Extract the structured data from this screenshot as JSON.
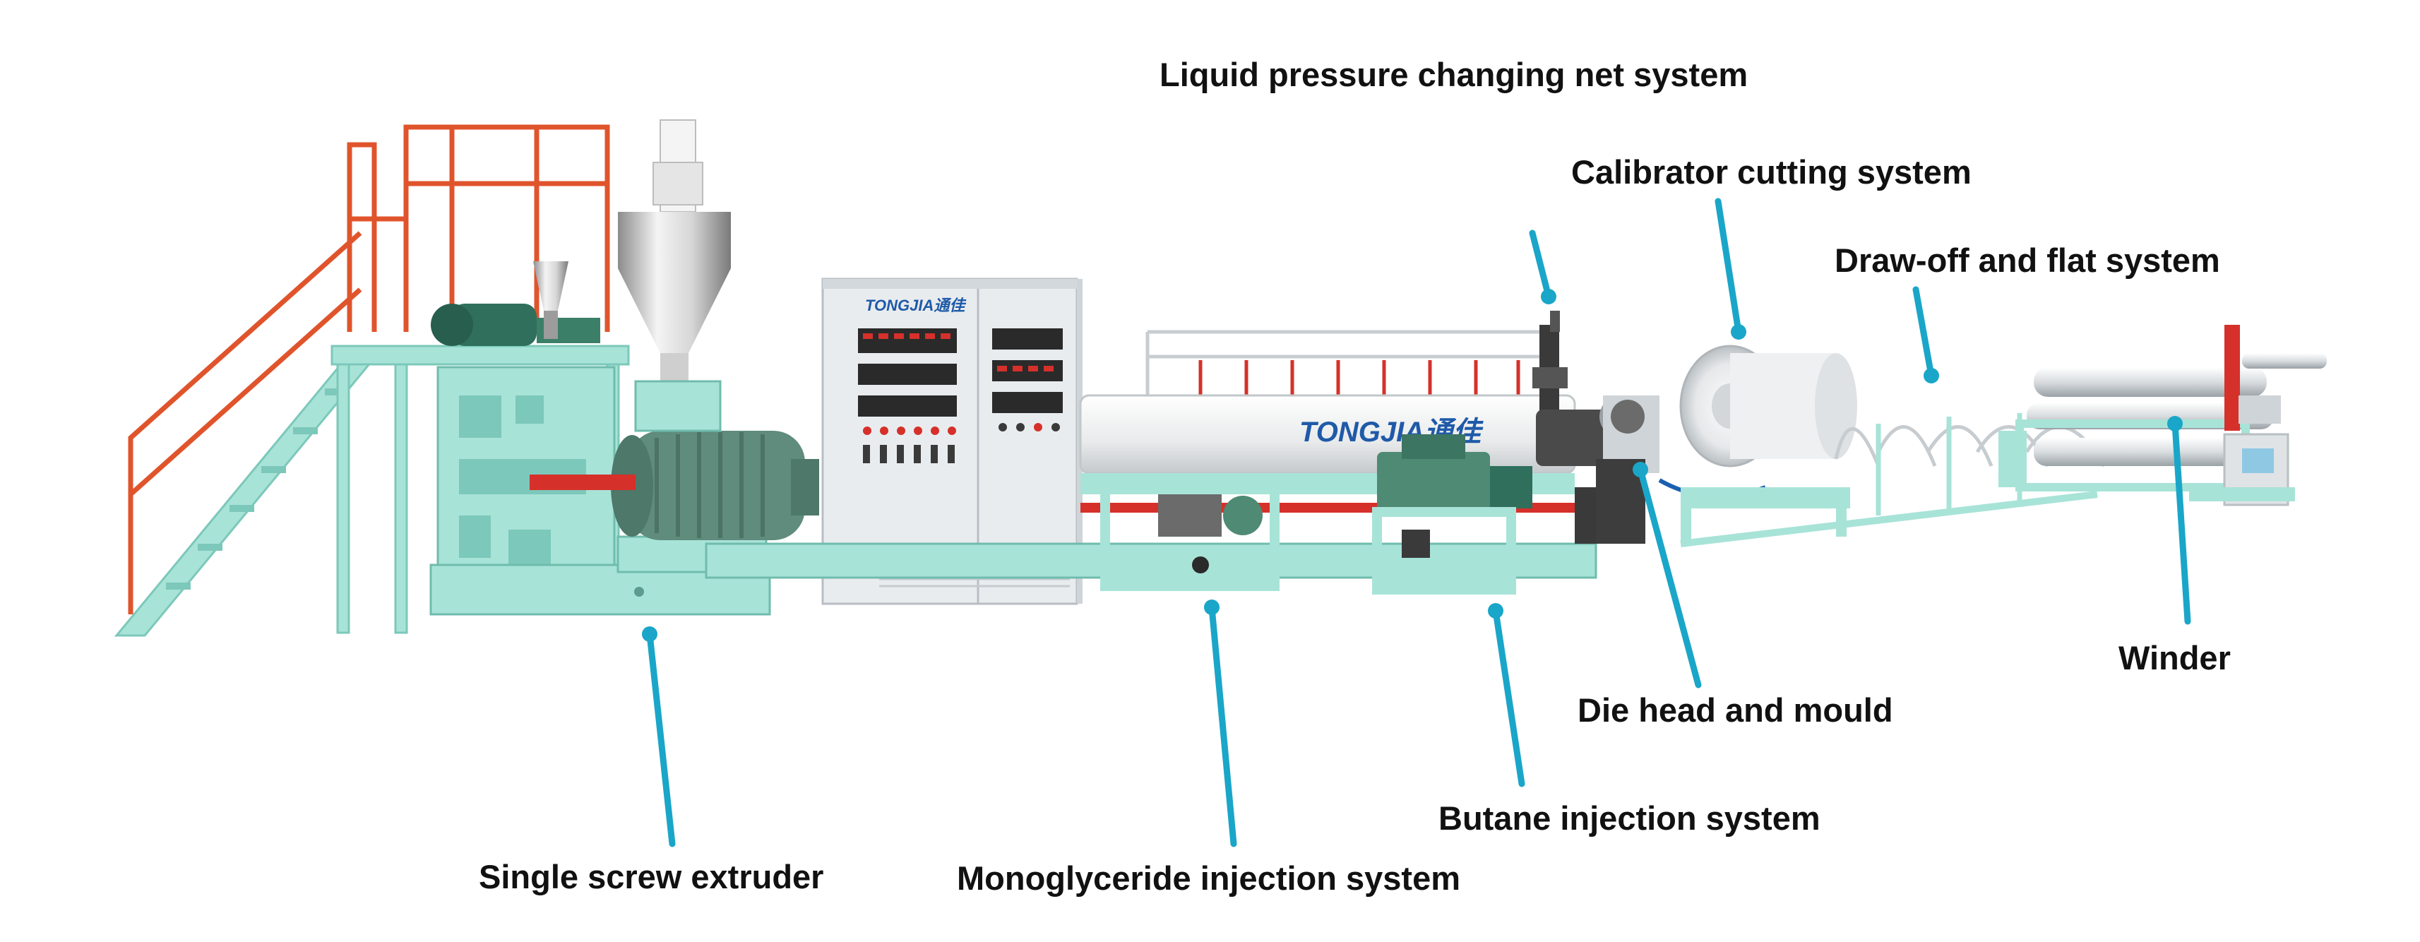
{
  "colors": {
    "machine_frame": "#a8e3d8",
    "machine_frame_dark": "#7cc8ba",
    "railing": "#e0542c",
    "cabinet": "#e9ecef",
    "callout": "#1aa6c8",
    "brand_text": "#1f5aa8",
    "motor": "#5f8c7c",
    "gearbox": "#4e8a74"
  },
  "brand": {
    "cabinet_logo": "TONGJIA通佳",
    "barrel_logo": "TONGJIA通佳"
  },
  "labels": {
    "liquid_pressure": "Liquid pressure changing net system",
    "calibrator_cutting": "Calibrator cutting system",
    "draw_off": "Draw-off and flat system",
    "winder": "Winder",
    "die_head": "Die head and mould",
    "butane": "Butane injection system",
    "monoglyceride": "Monoglyceride injection system",
    "single_screw": "Single screw extruder"
  }
}
